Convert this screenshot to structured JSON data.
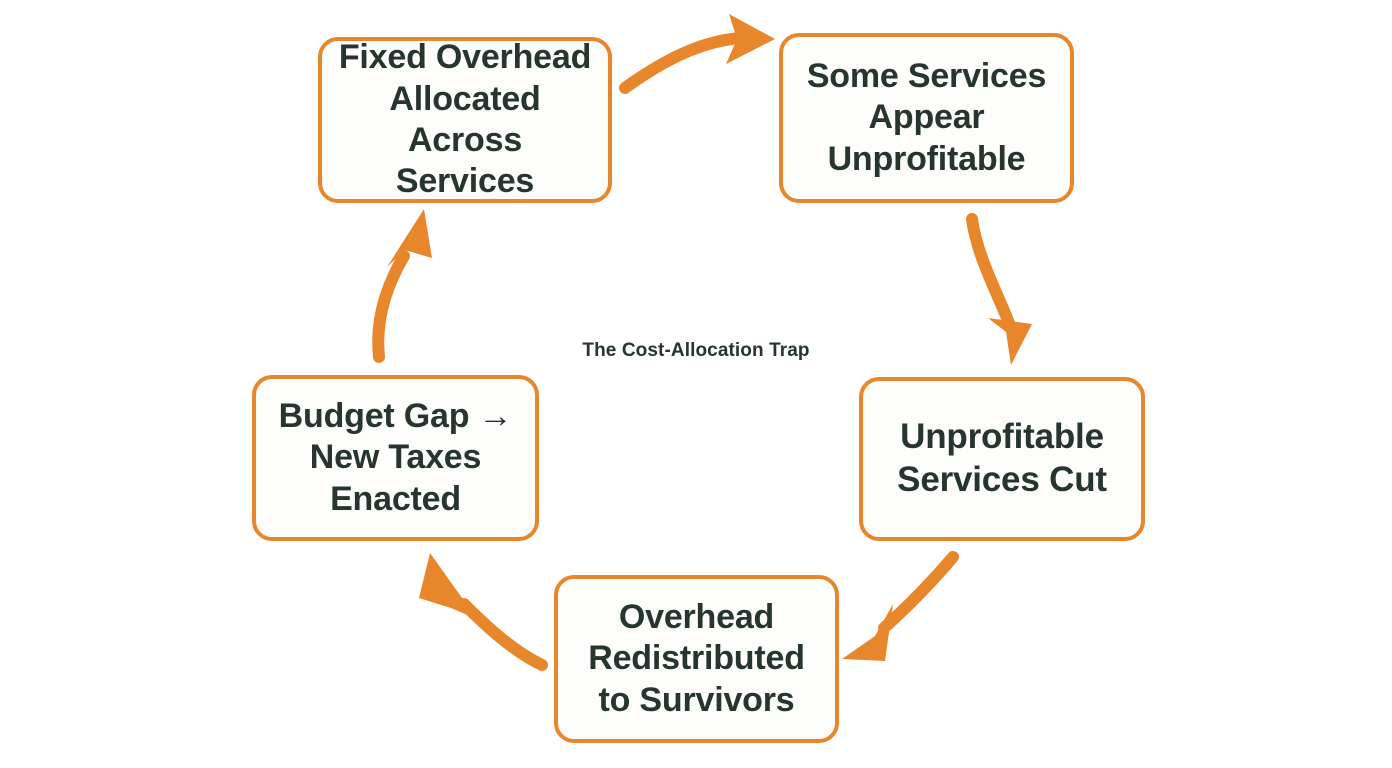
{
  "diagram": {
    "title": "The Cost-Allocation Trap",
    "type": "cycle",
    "accent_color": "#e8862b",
    "text_color": "#27352f",
    "background_color": "#ffffff",
    "nodes": [
      {
        "id": "fixed-overhead-allocated",
        "label": "Fixed Overhead\nAllocated Across\nServices"
      },
      {
        "id": "services-appear-unprofitable",
        "label": "Some Services\nAppear\nUnprofitable"
      },
      {
        "id": "unprofitable-services-cut",
        "label": "Unprofitable\nServices Cut"
      },
      {
        "id": "overhead-redistributed",
        "label": "Overhead\nRedistributed\nto Survivors"
      },
      {
        "id": "budget-gap-new-taxes",
        "label": "Budget Gap →\nNew Taxes\nEnacted"
      }
    ],
    "edges": [
      {
        "id": "edge-1",
        "from": "fixed-overhead-allocated",
        "to": "services-appear-unprofitable",
        "direction": "right"
      },
      {
        "id": "edge-2",
        "from": "services-appear-unprofitable",
        "to": "unprofitable-services-cut",
        "direction": "down"
      },
      {
        "id": "edge-3",
        "from": "unprofitable-services-cut",
        "to": "overhead-redistributed",
        "direction": "down-left"
      },
      {
        "id": "edge-4",
        "from": "overhead-redistributed",
        "to": "budget-gap-new-taxes",
        "direction": "up-left"
      },
      {
        "id": "edge-5",
        "from": "budget-gap-new-taxes",
        "to": "fixed-overhead-allocated",
        "direction": "up"
      }
    ]
  }
}
